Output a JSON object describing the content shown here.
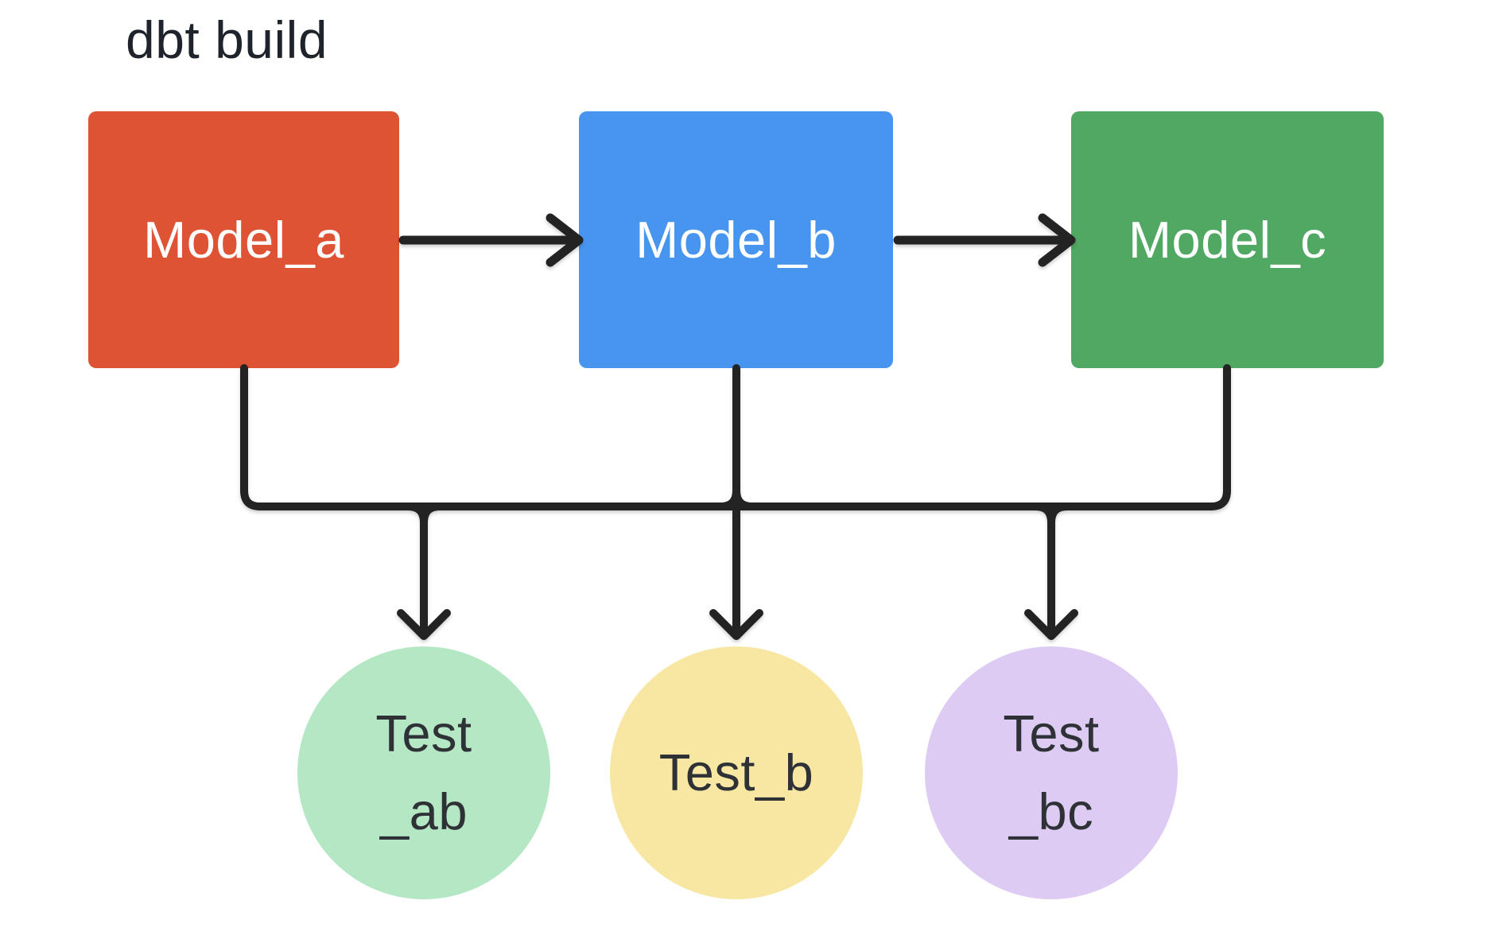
{
  "title": {
    "text": "dbt build",
    "color": "#1F232B"
  },
  "canvas": {
    "background": "#FFFFFF"
  },
  "connectors": {
    "color": "#232323"
  },
  "models": [
    {
      "id": "model_a",
      "label": "Model_a",
      "color": "#DE5334",
      "text_color": "#FFFFFF"
    },
    {
      "id": "model_b",
      "label": "Model_b",
      "color": "#4895EF",
      "text_color": "#FFFFFF"
    },
    {
      "id": "model_c",
      "label": "Model_c",
      "color": "#50A862",
      "text_color": "#FFFFFF"
    }
  ],
  "tests": [
    {
      "id": "test_ab",
      "lines": [
        "Test",
        "_ab"
      ],
      "color": "#B4E7C4",
      "text_color": "#2E3237"
    },
    {
      "id": "test_b",
      "lines": [
        "Test_b"
      ],
      "color": "#F8E7A2",
      "text_color": "#2E3237"
    },
    {
      "id": "test_bc",
      "lines": [
        "Test",
        "_bc"
      ],
      "color": "#DECBF4",
      "text_color": "#2E3237"
    }
  ]
}
